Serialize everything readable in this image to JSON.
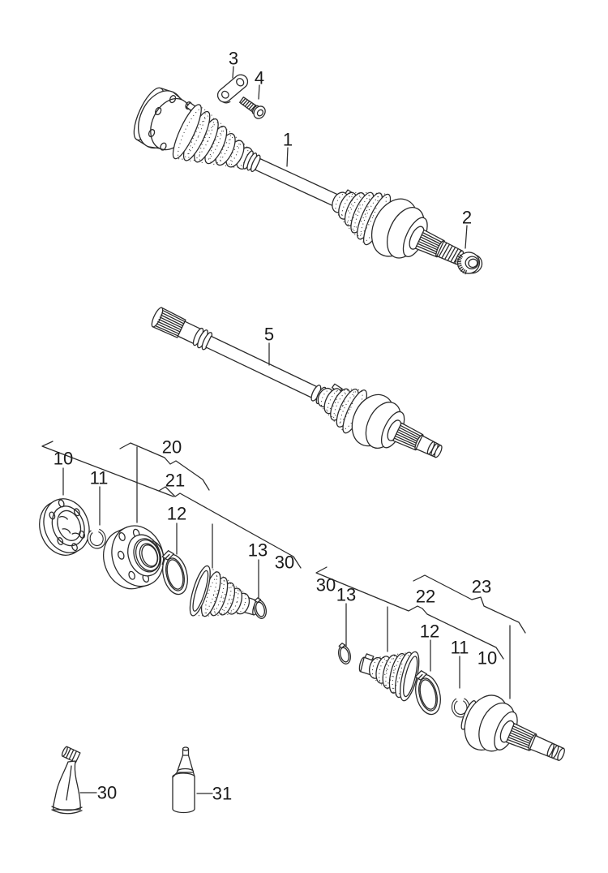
{
  "diagram": {
    "kind": "exploded-parts-line-drawing",
    "background_color": "#ffffff",
    "line_color": "#2b2b2b",
    "callouts": {
      "c1": "1",
      "c2": "2",
      "c3": "3",
      "c4": "4",
      "c5": "5",
      "l10": "10",
      "l11": "11",
      "l20": "20",
      "l21": "21",
      "l12": "12",
      "l13": "13",
      "l30": "30",
      "r30": "30",
      "r13": "13",
      "r22": "22",
      "r23": "23",
      "r12": "12",
      "r11": "11",
      "r10": "10",
      "t30": "30",
      "b31": "31"
    }
  }
}
